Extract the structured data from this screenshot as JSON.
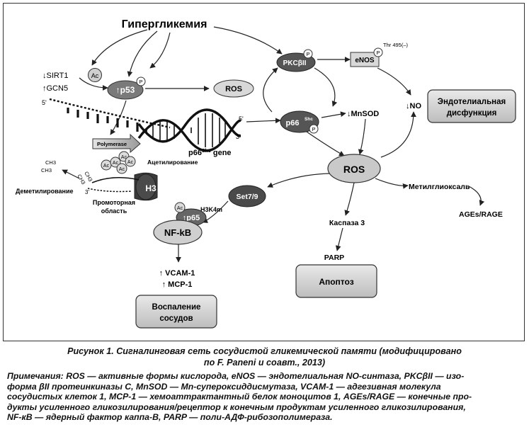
{
  "diagram": {
    "title": "Гипергликемия",
    "sirt1": "↓SIRT1",
    "gcn5": "↑GCN5",
    "ac": "Ac",
    "p": "P",
    "p53": "↑p53",
    "ros_small": "ROS",
    "pkc": "PKCβII",
    "enos": "eNOS",
    "thr": "Thr 495(–)",
    "no": "↓NO",
    "endothelial": [
      "Эндотелиальная",
      "дисфункция"
    ],
    "p66_main": "p66",
    "p66_sup": "Shc",
    "mnsod": "↓MnSOD",
    "ros_main": "ROS",
    "five_prime": "5'",
    "three_prime": "3'",
    "polymerase": "Polymerase",
    "gene_main": "p66",
    "gene_sup": "Shc",
    "gene_suffix": " gene",
    "acetylation": "Ацетилирование",
    "ch3": "CH3",
    "demethylation": "Деметилирование",
    "promoter": [
      "Промоторная",
      "область"
    ],
    "h3": "H3",
    "set79": "Set7/9",
    "h3k4m": "H3K4m",
    "p65": "↑p65",
    "nfkb": "NF-kB",
    "caspase": "Каспаза 3",
    "parp": "PARP",
    "apoptosis": "Апоптоз",
    "methylglyoxal": "Метилглиоксаль",
    "ages": "AGEs/RAGE",
    "vcam": "↑ VCAM-1",
    "mcp": "↑ MCP-1",
    "inflammation": [
      "Воспаление",
      "сосудов"
    ]
  },
  "caption": {
    "line1": "Рисунок 1. Сигналинговая сеть сосудистой гликемической памяти (модифицировано",
    "line2": "по F. Paneni и соавт., 2013)"
  },
  "notes": "Примечания: ROS — активные формы кислорода, eNOS — эндотелиальная NO-синтаза, PKCβII — изо-\nформа βII протеинкиназы C, MnSOD — Mn-супероксиддисмутаза, VCAM-1 — адгезивная молекула\nсосудистых клеток 1, MCP-1 — хемоаттрактантный белок моноцитов 1, AGEs/RAGE — конечные про-\nдукты усиленного гликозилирования/рецептор к конечным продуктам усиленного гликозилирования,\nNF-кB — ядерный фактор каппа-B, PARP — поли-АДФ-рибозополимераза."
}
